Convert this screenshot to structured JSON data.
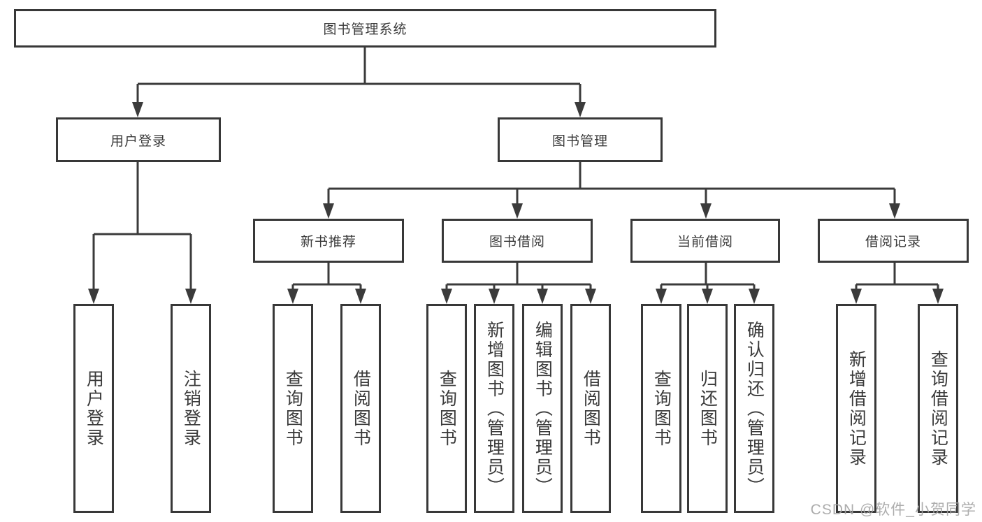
{
  "watermark": "CSDN @软件_小贺同学",
  "colors": {
    "line": "#3b3b3b",
    "border": "#383838",
    "text": "#3a3a3a",
    "background": "#ffffff",
    "watermark": "#a4a4a4"
  },
  "tree": {
    "label": "图书管理系统",
    "children": [
      {
        "label": "用户登录",
        "children": [
          {
            "label": "用户登录"
          },
          {
            "label": "注销登录"
          }
        ]
      },
      {
        "label": "图书管理",
        "children": [
          {
            "label": "新书推荐",
            "children": [
              {
                "label": "查询图书"
              },
              {
                "label": "借阅图书"
              }
            ]
          },
          {
            "label": "图书借阅",
            "children": [
              {
                "label": "查询图书"
              },
              {
                "label": "新增图书（管理员）"
              },
              {
                "label": "编辑图书（管理员）"
              },
              {
                "label": "借阅图书"
              }
            ]
          },
          {
            "label": "当前借阅",
            "children": [
              {
                "label": "查询图书"
              },
              {
                "label": "归还图书"
              },
              {
                "label": "确认归还（管理员）"
              }
            ]
          },
          {
            "label": "借阅记录",
            "children": [
              {
                "label": "新增借阅记录"
              },
              {
                "label": "查询借阅记录"
              }
            ]
          }
        ]
      }
    ]
  }
}
